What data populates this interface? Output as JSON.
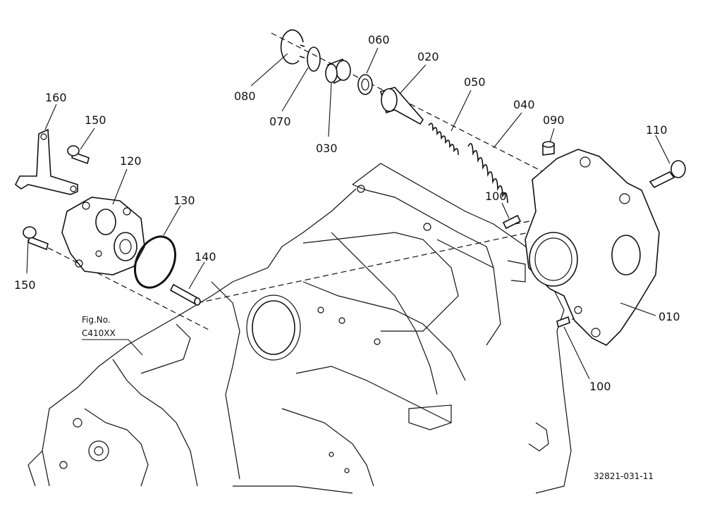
{
  "labels": {
    "p010": "010",
    "p020": "020",
    "p030": "030",
    "p040": "040",
    "p050": "050",
    "p060": "060",
    "p070": "070",
    "p080": "080",
    "p090": "090",
    "p100a": "100",
    "p100b": "100",
    "p110": "110",
    "p120": "120",
    "p130": "130",
    "p140": "140",
    "p150a": "150",
    "p150b": "150",
    "p160": "160"
  },
  "figure_ref": {
    "line1": "Fig.No.",
    "line2": "C410XX"
  },
  "drawing_number": "32821-031-11"
}
